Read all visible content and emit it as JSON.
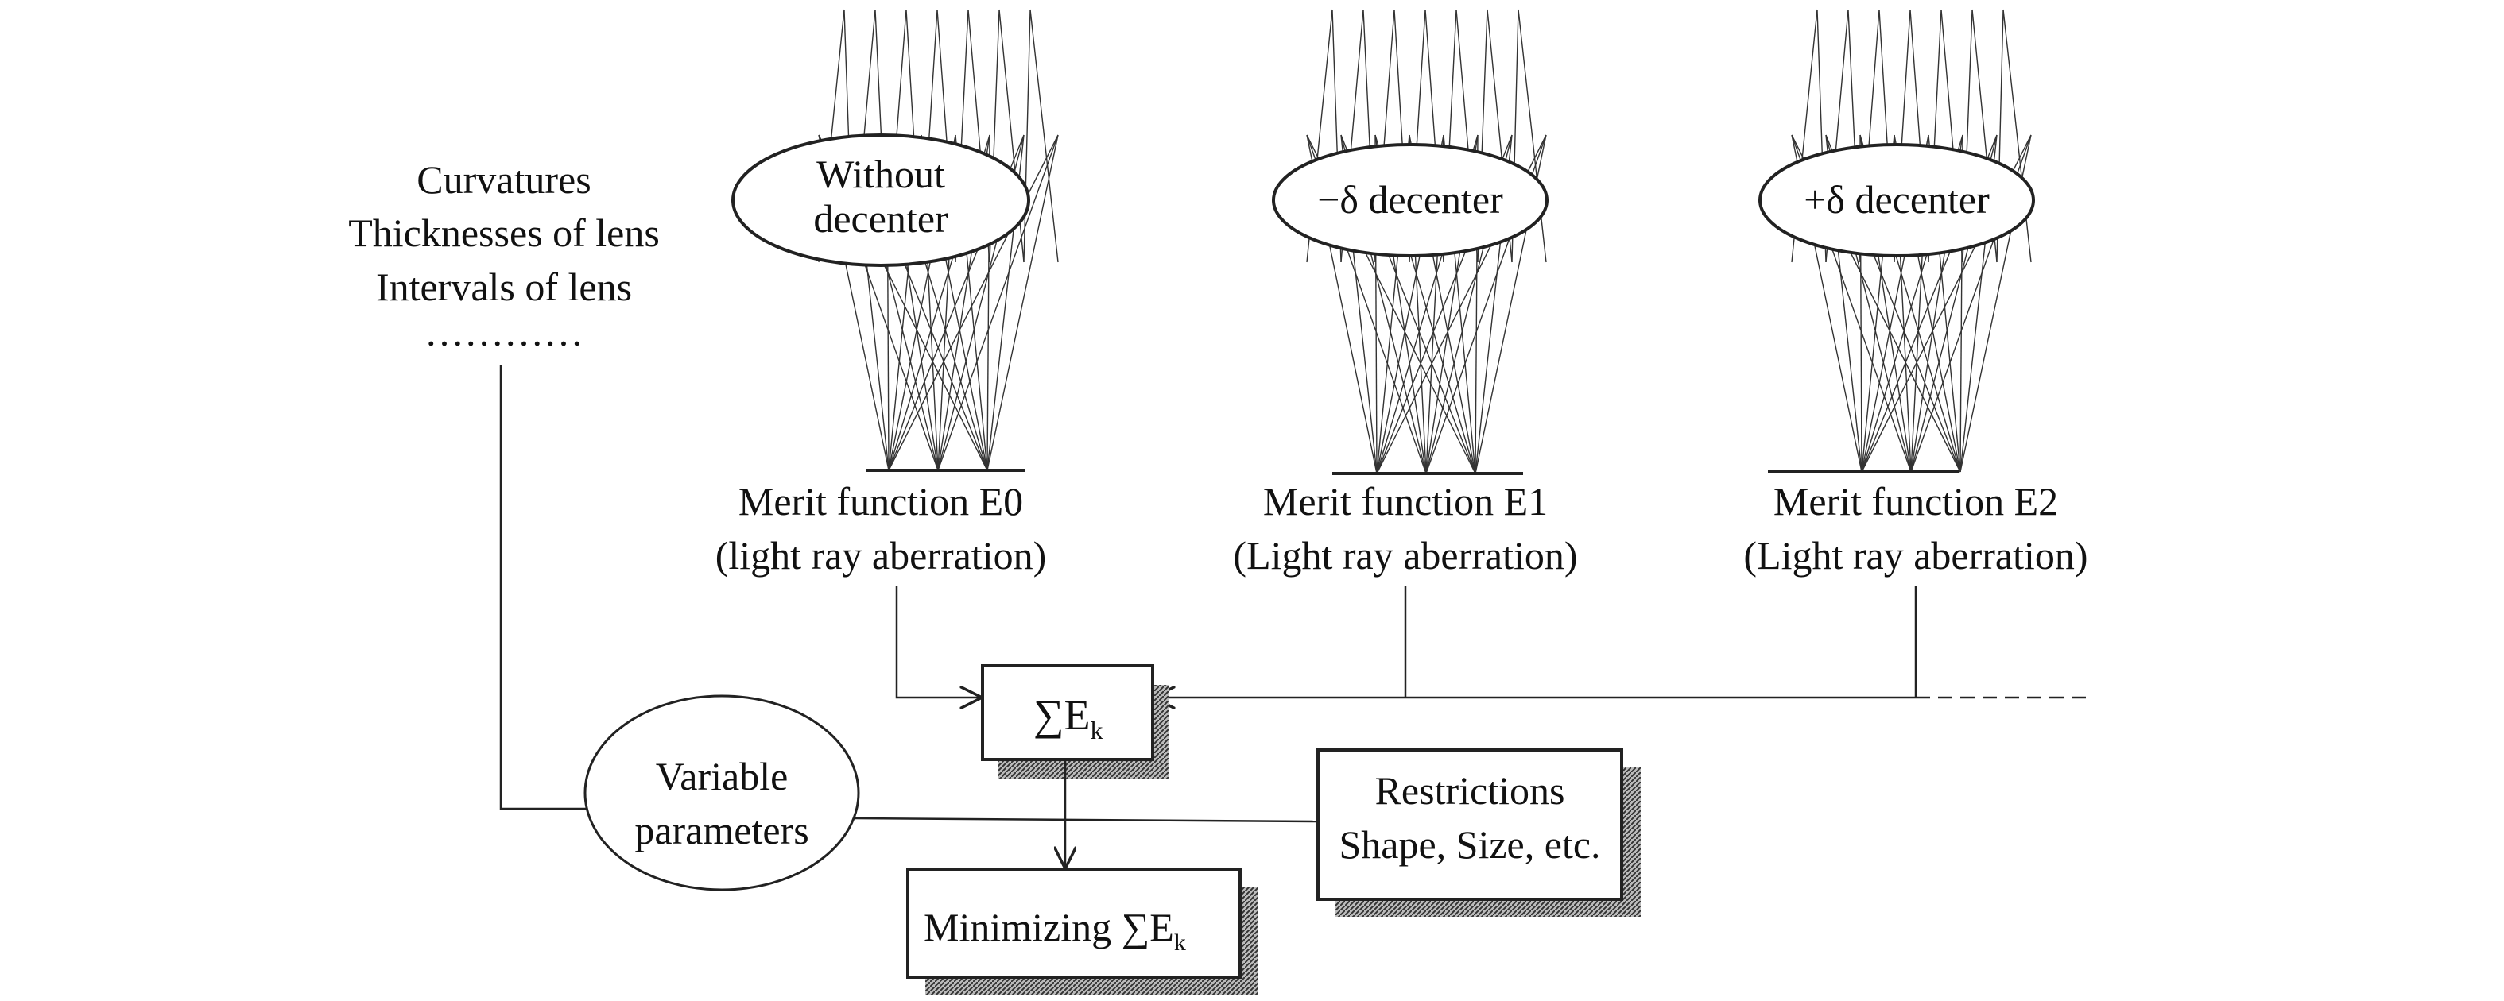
{
  "left_list": {
    "items": [
      "Curvatures",
      "Thicknesses of lens",
      "Intervals of lens",
      "…………"
    ]
  },
  "fans": [
    {
      "ellipse_lines": [
        "Without",
        "decenter"
      ],
      "merit": "Merit function E0",
      "aberration": "(light ray aberration)"
    },
    {
      "ellipse_lines": [
        "−δ decenter"
      ],
      "merit": "Merit function E1",
      "aberration": "(Light ray aberration)"
    },
    {
      "ellipse_lines": [
        "+δ decenter"
      ],
      "merit": "Merit function E2",
      "aberration": "(Light ray aberration)"
    }
  ],
  "sum_box": {
    "sigma": "∑",
    "e": "E",
    "sub": "k"
  },
  "variable": {
    "lines": [
      "Variable",
      "parameters"
    ]
  },
  "restrictions": {
    "lines": [
      "Restrictions",
      "Shape, Size, etc."
    ]
  },
  "minimizing": {
    "label": "Minimizing ∑",
    "e": "E",
    "sub": "k"
  }
}
